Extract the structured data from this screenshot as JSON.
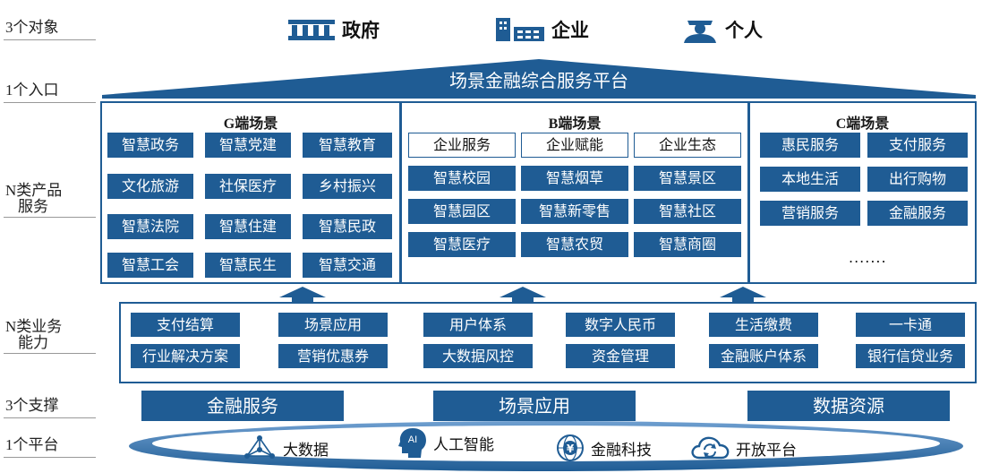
{
  "row_labels": {
    "objects": "3个对象",
    "entrance": "1个入口",
    "products_line1": "N类产品",
    "products_line2": "服务",
    "business_line1": "N类业务",
    "business_line2": "能力",
    "support": "3个支撑",
    "platform": "1个平台"
  },
  "objects": [
    {
      "icon": "government-building-icon",
      "label": "政府"
    },
    {
      "icon": "enterprise-building-icon",
      "label": "企业"
    },
    {
      "icon": "person-icon",
      "label": "个人"
    }
  ],
  "entrance_label": "场景金融综合服务平台",
  "g_scene": {
    "title": "G端场景",
    "tiles": [
      "智慧政务",
      "智慧党建",
      "智慧教育",
      "文化旅游",
      "社保医疗",
      "乡村振兴",
      "智慧法院",
      "智慧住建",
      "智慧民政",
      "智慧工会",
      "智慧民生",
      "智慧交通"
    ]
  },
  "b_scene": {
    "title": "B端场景",
    "header_tiles": [
      "企业服务",
      "企业赋能",
      "企业生态"
    ],
    "tiles": [
      "智慧校园",
      "智慧烟草",
      "智慧景区",
      "智慧园区",
      "智慧新零售",
      "智慧社区",
      "智慧医疗",
      "智慧农贸",
      "智慧商圈"
    ]
  },
  "c_scene": {
    "title": "C端场景",
    "tiles": [
      "惠民服务",
      "支付服务",
      "本地生活",
      "出行购物",
      "营销服务",
      "金融服务"
    ],
    "ellipsis": "......."
  },
  "business_capabilities": [
    "支付结算",
    "场景应用",
    "用户体系",
    "数字人民币",
    "生活缴费",
    "一卡通",
    "行业解决方案",
    "营销优惠券",
    "大数据风控",
    "资金管理",
    "金融账户体系",
    "银行信贷业务"
  ],
  "supports": [
    "金融服务",
    "场景应用",
    "数据资源"
  ],
  "platform_items": [
    {
      "icon": "big-data-network-icon",
      "label": "大数据"
    },
    {
      "icon": "ai-head-icon",
      "label": "人工智能"
    },
    {
      "icon": "yen-globe-icon",
      "label": "金融科技"
    },
    {
      "icon": "cloud-sync-icon",
      "label": "开放平台"
    }
  ],
  "colors": {
    "primary": "#1f5c94",
    "platform_light": "#6f9fd0"
  }
}
